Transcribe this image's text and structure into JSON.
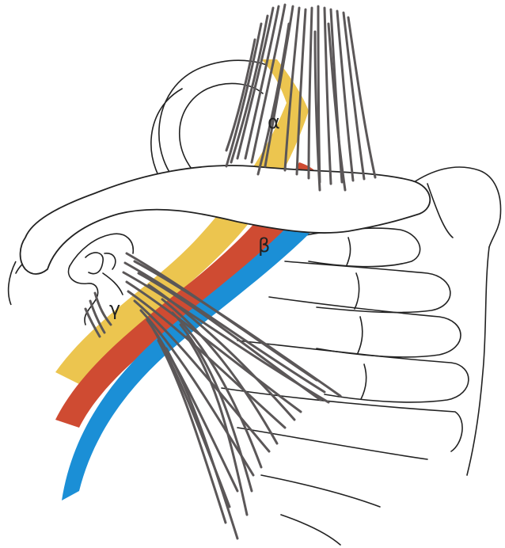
{
  "labels": {
    "alpha": "α",
    "beta": "β",
    "gamma": "γ"
  },
  "colors": {
    "nerve_yellow": "#ecc54f",
    "artery_red": "#cf4b32",
    "vein_blue": "#1b8fd6",
    "muscle_gray": "#5b5758",
    "outline": "#222222",
    "background": "#ffffff"
  }
}
